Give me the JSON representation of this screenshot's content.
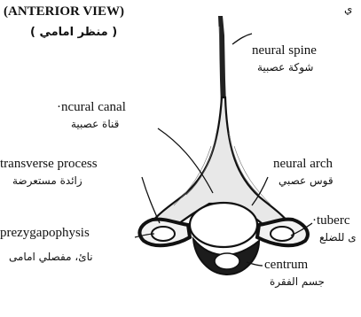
{
  "header": {
    "title": "(ANTERIOR VIEW)",
    "title_arabic": "( منظر امامي )",
    "corner_mark": "ي"
  },
  "labels": {
    "neural_spine": {
      "en": "neural spine",
      "ar": "شوكة عصبية"
    },
    "neural_canal": {
      "en": "·ncural canal",
      "ar": "قناة عصبية"
    },
    "transverse_process": {
      "en": "transverse process",
      "ar": "زائدة مستعرضة"
    },
    "neural_arch": {
      "en": "neural arch",
      "ar": "قوس عصبي"
    },
    "tubercle": {
      "en": "·tuberc",
      "ar": "ى للضلع"
    },
    "prezygapophysis": {
      "en": "prezygapophysis",
      "ar": "نائ، مفصلي امامى"
    },
    "centrum": {
      "en": "centrum",
      "ar": "جسم الفقرة"
    }
  }
}
